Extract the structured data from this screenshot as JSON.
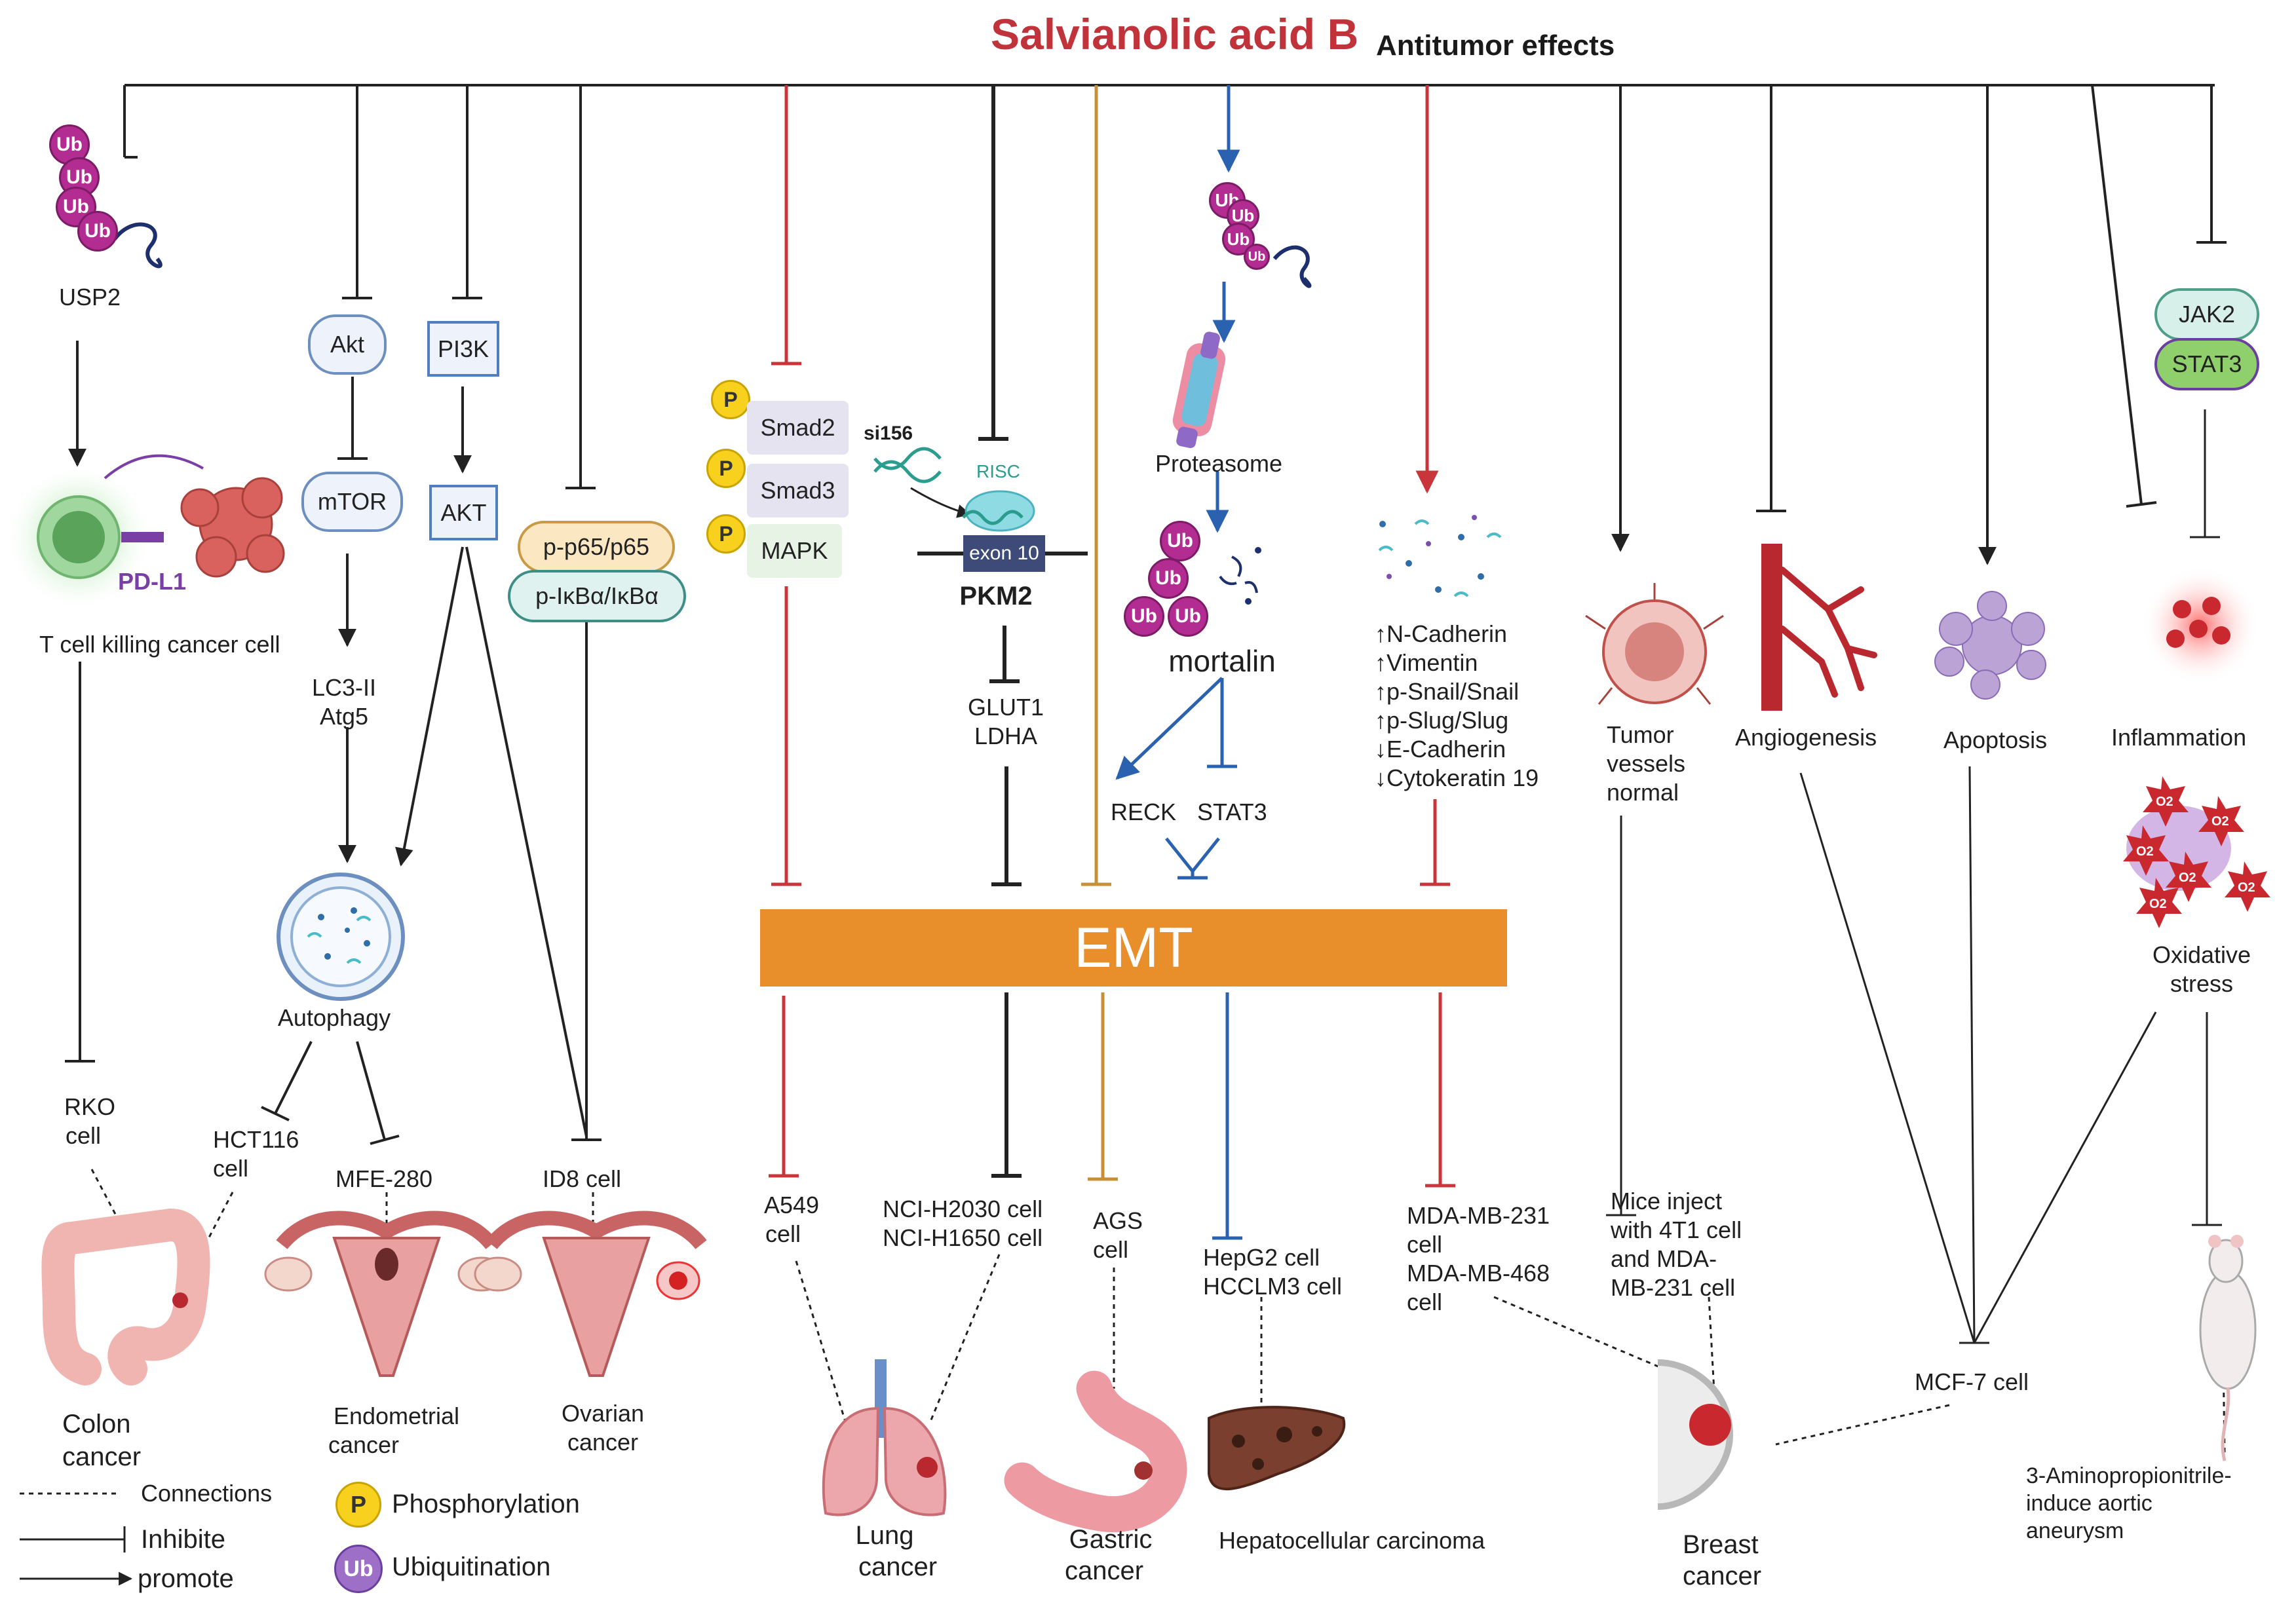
{
  "title": {
    "main": "Salvianolic acid B",
    "sub": "Antitumor effects"
  },
  "ub_label": "Ub",
  "p_label": "P",
  "usp2": {
    "label": "USP2"
  },
  "tcell": {
    "pdl1": "PD-L1",
    "caption": "T cell killing cancer cell"
  },
  "akt_pathway": {
    "akt": "Akt",
    "mtor": "mTOR",
    "lc3": "LC3-II",
    "atg5": "Atg5",
    "autophagy": "Autophagy"
  },
  "pi3k_pathway": {
    "pi3k": "PI3K",
    "akt": "AKT"
  },
  "nfkb": {
    "p65": "p-p65/p65",
    "ikb": "p-IκBα/IκBα"
  },
  "smad": {
    "smad2": "Smad2",
    "smad3": "Smad3",
    "mapk": "MAPK"
  },
  "pkm2": {
    "si156": "si156",
    "risc": "RISC",
    "exon10": "exon 10",
    "label": "PKM2",
    "glut1": "GLUT1",
    "ldha": "LDHA"
  },
  "mortalin": {
    "proteasome": "Proteasome",
    "label": "mortalin",
    "reck": "RECK",
    "stat3": "STAT3"
  },
  "markers": [
    "↑N-Cadherin",
    "↑Vimentin",
    "↑p-Snail/Snail",
    "↑p-Slug/Slug",
    "↓E-Cadherin",
    "↓Cytokeratin 19"
  ],
  "right_effects": {
    "vessels": [
      "Tumor",
      "vessels",
      "normal"
    ],
    "angiogenesis": "Angiogenesis",
    "apoptosis": "Apoptosis",
    "inflammation": "Inflammation",
    "jak2": "JAK2",
    "stat3": "STAT3",
    "oxidative": [
      "Oxidative",
      "stress"
    ],
    "o2": "O2"
  },
  "emt": "EMT",
  "cells": {
    "rko": [
      "RKO",
      "cell"
    ],
    "hct116": [
      "HCT116",
      "cell"
    ],
    "mfe280": "MFE-280",
    "id8": "ID8 cell",
    "a549": [
      "A549",
      "cell"
    ],
    "nci": [
      "NCI-H2030 cell",
      "NCI-H1650 cell"
    ],
    "ags": [
      "AGS",
      "cell"
    ],
    "hepg2": [
      "HepG2 cell",
      "HCCLM3 cell"
    ],
    "mda": [
      "MDA-MB-231",
      "cell",
      "MDA-MB-468",
      "cell"
    ],
    "mice": [
      "Mice inject",
      "with 4T1 cell",
      "and MDA-",
      "MB-231 cell"
    ],
    "mcf7": "MCF-7 cell"
  },
  "cancers": {
    "colon": [
      "Colon",
      "cancer"
    ],
    "endometrial": [
      "Endometrial",
      "cancer"
    ],
    "ovarian": [
      "Ovarian",
      "cancer"
    ],
    "lung": [
      "Lung",
      "cancer"
    ],
    "gastric": [
      "Gastric",
      "cancer"
    ],
    "hcc": "Hepatocellular carcinoma",
    "breast": [
      "Breast",
      "cancer"
    ],
    "aneurysm": [
      "3-Aminopropionitrile-",
      "induce aortic",
      "aneurysm"
    ]
  },
  "legend": {
    "connections": "Connections",
    "inhibit": "Inhibite",
    "promote": "promote",
    "phosphorylation": "Phosphorylation",
    "ubiquitination": "Ubiquitination"
  },
  "colors": {
    "title": "#c0333a",
    "emt": "#e88f2c",
    "red": "#c8353a",
    "blue": "#2a62b0",
    "gold": "#c88f35",
    "black": "#222222"
  }
}
